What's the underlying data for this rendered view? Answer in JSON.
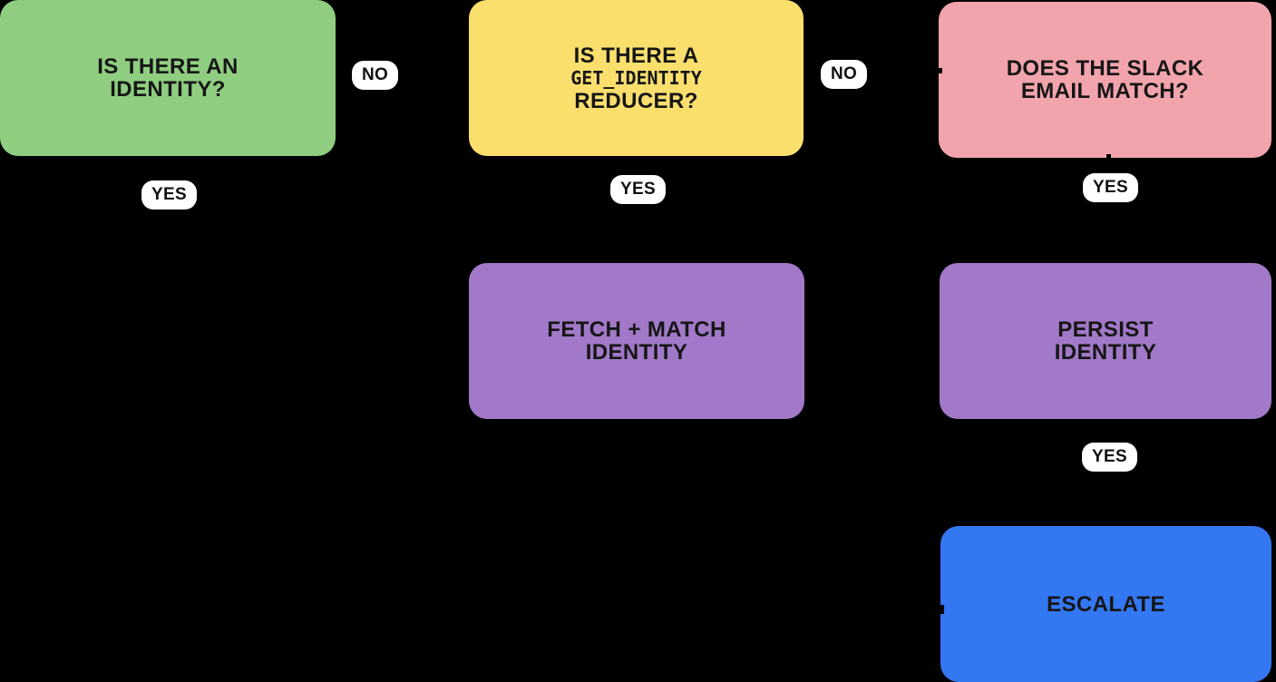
{
  "diagram": {
    "type": "flowchart",
    "background_color": "#000000",
    "pill_color": "#FFFFFF",
    "node_text_color": "#161616",
    "nodes": {
      "is_there_identity": {
        "line1": "IS THERE AN",
        "line2": "IDENTITY?",
        "color": "#8FCE80"
      },
      "get_identity_reducer": {
        "line1": "IS THERE A",
        "line2": "GET_IDENTITY",
        "line3": "REDUCER?",
        "color": "#FBDF6D"
      },
      "slack_email_match": {
        "line1": "DOES THE SLACK",
        "line2": "EMAIL MATCH?",
        "color": "#F2A4AC"
      },
      "fetch_match_identity": {
        "line1": "FETCH + MATCH",
        "line2": "IDENTITY",
        "color": "#A179C8"
      },
      "persist_identity": {
        "line1": "PERSIST",
        "line2": "IDENTITY",
        "color": "#A179C8"
      },
      "escalate": {
        "line1": "ESCALATE",
        "color": "#3377F2"
      }
    },
    "edge_labels": {
      "no_identity": "NO",
      "no_reducer": "NO",
      "yes_identity": "YES",
      "yes_reducer": "YES",
      "yes_email": "YES",
      "yes_persist": "YES"
    }
  }
}
